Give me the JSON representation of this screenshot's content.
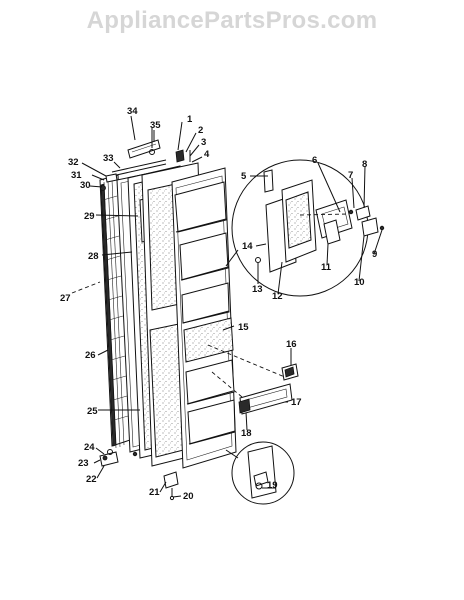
{
  "watermark": "AppliancePartsPros.com",
  "callouts": [
    "1",
    "2",
    "3",
    "4",
    "5",
    "6",
    "7",
    "8",
    "9",
    "10",
    "11",
    "12",
    "13",
    "14",
    "15",
    "16",
    "17",
    "18",
    "19",
    "20",
    "21",
    "22",
    "23",
    "24",
    "25",
    "26",
    "27",
    "28",
    "29",
    "30",
    "31",
    "32",
    "33",
    "34",
    "35"
  ],
  "colors": {
    "ink": "#111111",
    "watermark": "#d6d6d6"
  }
}
